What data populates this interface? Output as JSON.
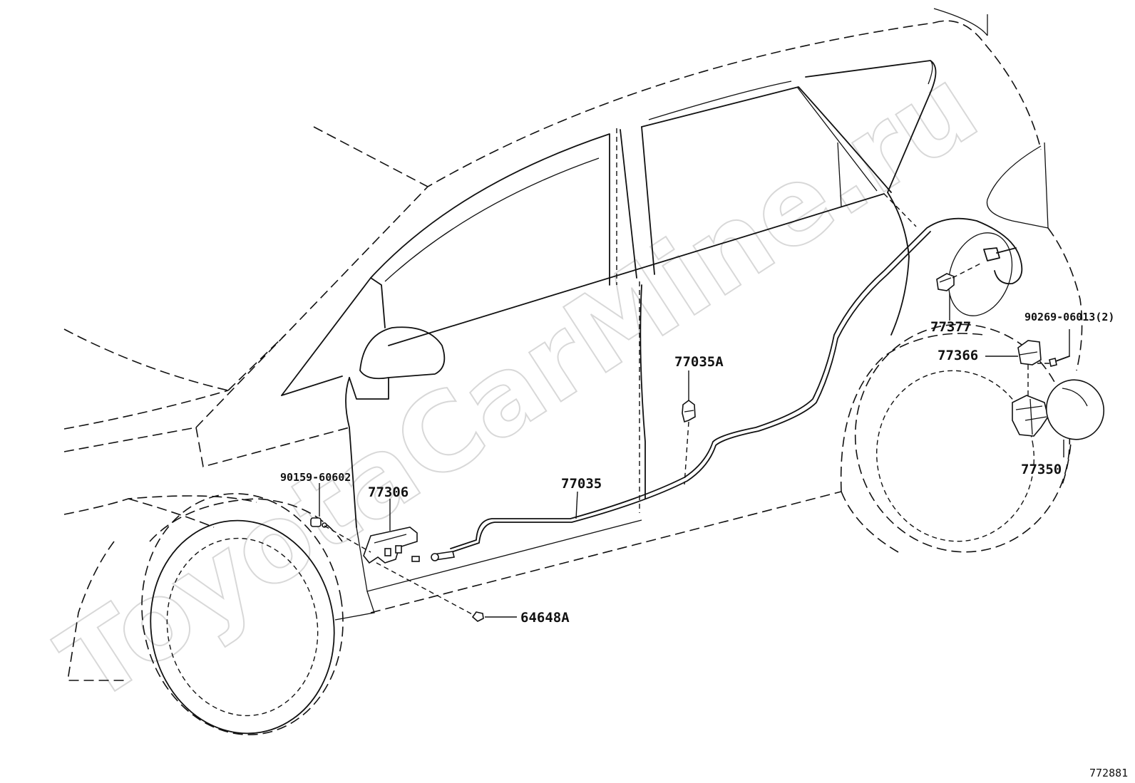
{
  "watermark": "ToyotaCarMine.ru",
  "diagram_ref": "772881",
  "callouts": {
    "c90269": "90269-06013(2)",
    "c77377": "77377",
    "c77366": "77366",
    "c77035A": "77035A",
    "c77350": "77350",
    "c90159": "90159-60602",
    "c77306": "77306",
    "c77035": "77035",
    "c64648A": "64648A"
  }
}
